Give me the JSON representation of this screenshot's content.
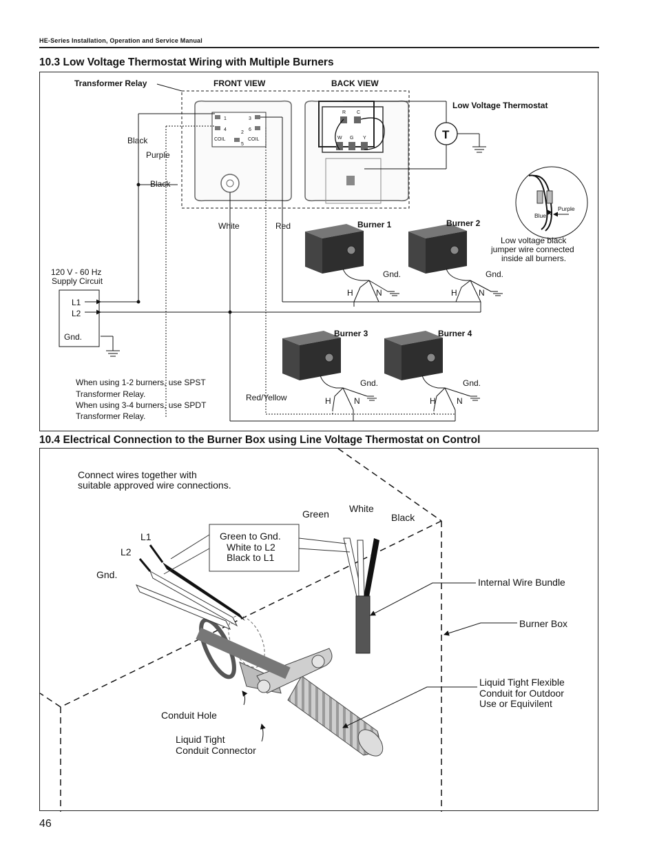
{
  "header": {
    "manual_title": "HE-Series Installation, Operation and Service Manual"
  },
  "section_10_3": {
    "title": "10.3 Low Voltage Thermostat Wiring with Multiple Burners",
    "labels": {
      "transformer_relay": "Transformer Relay",
      "front_view": "FRONT VIEW",
      "back_view": "BACK VIEW",
      "low_voltage_thermostat": "Low Voltage Thermostat",
      "thermostat_symbol": "T",
      "black_1": "Black",
      "purple": "Purple",
      "black_2": "Black",
      "white": "White",
      "red": "Red",
      "burner_1": "Burner 1",
      "burner_2": "Burner 2",
      "burner_3": "Burner 3",
      "burner_4": "Burner 4",
      "gnd": "Gnd.",
      "h": "H",
      "n": "N",
      "supply_line1": "120 V - 60 Hz",
      "supply_line2": "Supply Circuit",
      "l1": "L1",
      "l2": "L2",
      "supply_gnd": "Gnd.",
      "red_yellow": "Red/Yellow",
      "inset_blue": "Blue",
      "inset_purple": "Purple",
      "jumper_note_1": "Low voltage black",
      "jumper_note_2": "jumper wire connected",
      "jumper_note_3": "inside all burners.",
      "relay_pin_1": "1",
      "relay_pin_2": "2",
      "relay_pin_3": "3",
      "relay_pin_4": "4",
      "relay_pin_5": "5",
      "relay_pin_6": "6",
      "coil": "COIL",
      "term_r": "R",
      "term_c": "C",
      "term_w": "W",
      "term_g": "G",
      "term_y": "Y"
    },
    "note_lines": [
      "When using 1-2 burners, use SPST",
      "Transformer Relay.",
      "When using 3-4 burners, use SPDT",
      "Transformer Relay."
    ]
  },
  "section_10_4": {
    "title": "10.4 Electrical Connection to the Burner Box using Line Voltage Thermostat on Control",
    "labels": {
      "connect_note_1": "Connect wires together with",
      "connect_note_2": "suitable approved wire connections.",
      "green": "Green",
      "white": "White",
      "black": "Black",
      "l1": "L1",
      "l2": "L2",
      "gnd": "Gnd.",
      "callout_1": "Green to Gnd.",
      "callout_2": "White to L2",
      "callout_3": "Black to L1",
      "internal_wire_bundle": "Internal Wire Bundle",
      "burner_box": "Burner Box",
      "conduit_1": "Liquid Tight Flexible",
      "conduit_2": "Conduit for Outdoor",
      "conduit_3": "Use or Equivilent",
      "conduit_hole": "Conduit Hole",
      "connector_1": "Liquid Tight",
      "connector_2": "Conduit Connector"
    }
  },
  "page_number": "46"
}
